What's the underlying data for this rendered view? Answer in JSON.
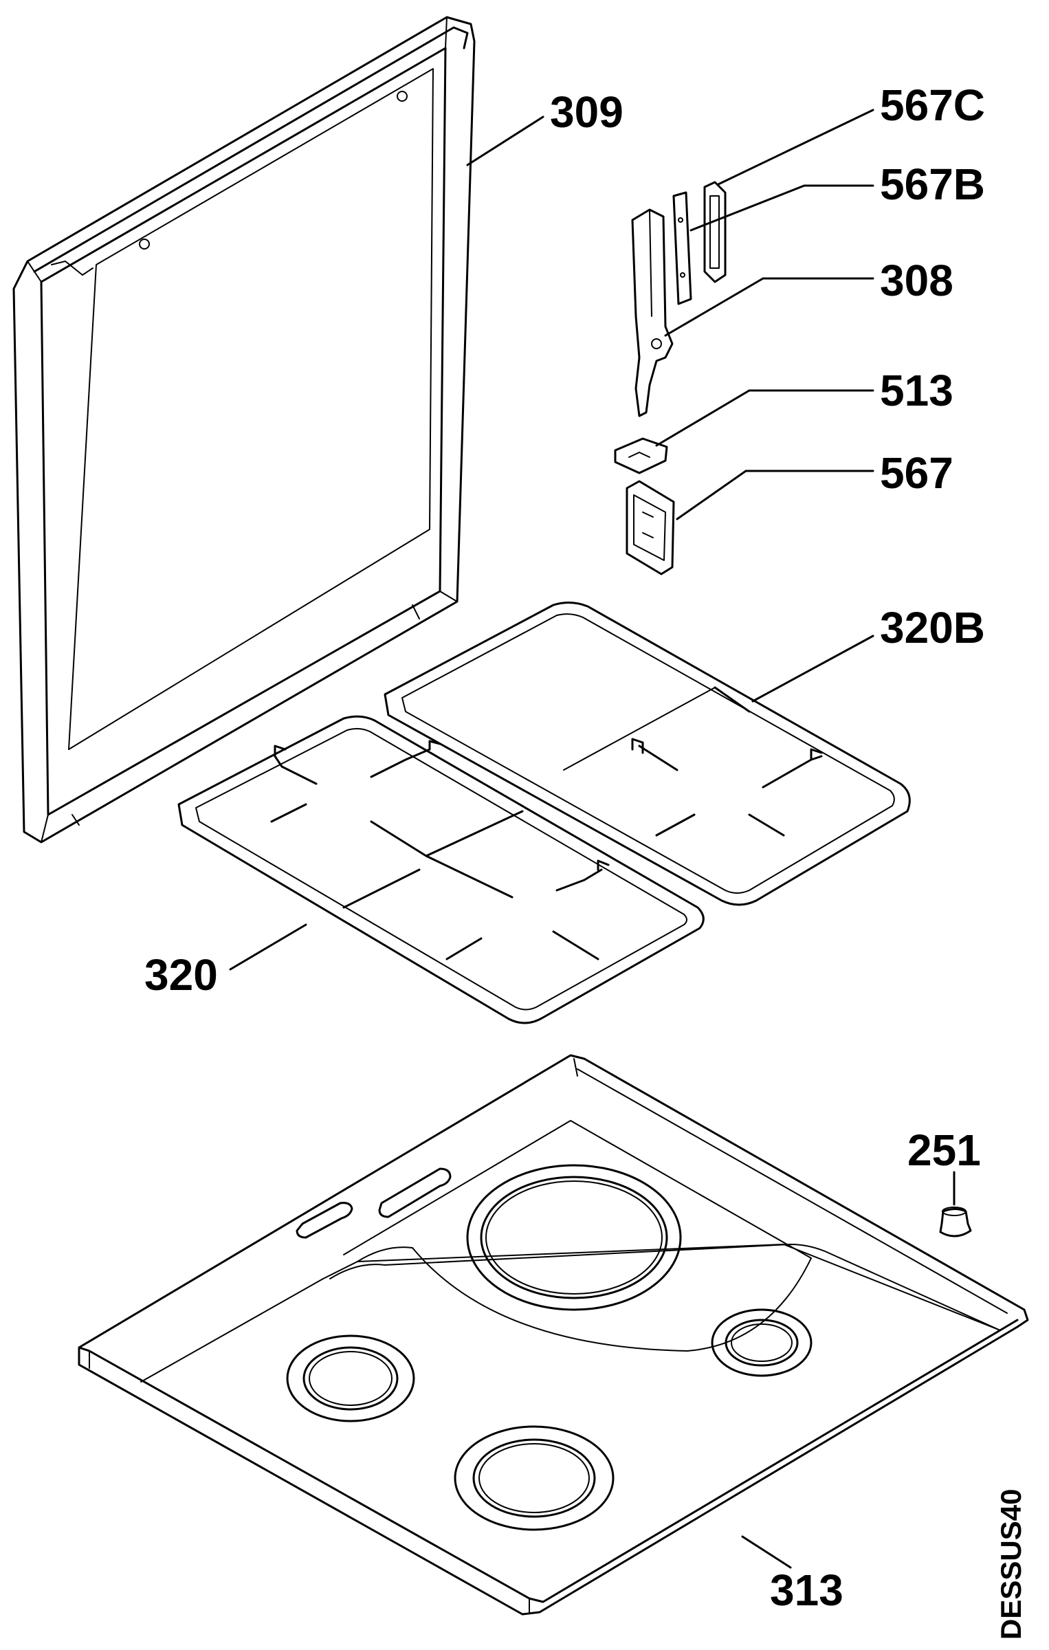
{
  "labels": {
    "p309": "309",
    "p567C": "567C",
    "p567B": "567B",
    "p308": "308",
    "p513": "513",
    "p567": "567",
    "p320B": "320B",
    "p320": "320",
    "p251": "251",
    "p313": "313"
  },
  "drawing_code": "DESSUS40"
}
